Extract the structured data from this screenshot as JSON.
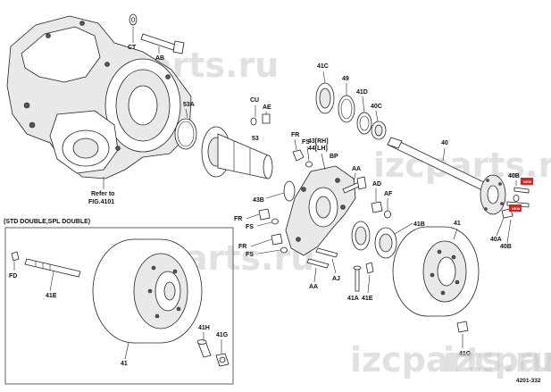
{
  "labels": {
    "CT": "CT",
    "AB": "AB",
    "53A": "53A",
    "CU": "CU",
    "AE": "AE",
    "53": "53",
    "41C": "41C",
    "49": "49",
    "41D": "41D",
    "40C": "40C",
    "FR_top": "FR",
    "FS_top": "FS",
    "43": "43[RH]",
    "44": "44[LH]",
    "BP": "BP",
    "40": "40",
    "40B_top": "40B",
    "AA_top": "AA",
    "AD": "AD",
    "AF": "AF",
    "43B": "43B",
    "41B": "41B",
    "41": "41",
    "40A": "40A",
    "40B_bot": "40B",
    "FR_mid": "FR",
    "FS_mid": "FS",
    "FR_low": "FR",
    "FS_low": "FS",
    "AA_bot": "AA",
    "AJ": "AJ",
    "41A": "41A",
    "41E_right": "41E",
    "41G_right": "41G",
    "FD": "FD",
    "41E_left": "41E",
    "41_left": "41",
    "41H": "41H",
    "41G_left": "41G",
    "refer_line1": "Refer to",
    "refer_line2": "FIG.4101",
    "section_title": "(STD DOUBLE,SPL DOUBLE)",
    "figure_code": "4201-332"
  },
  "watermarks": [
    "izcparts.ru",
    "izcparts.ru",
    "izcparts.ru",
    "izcparts.ru",
    "izcparts.r"
  ],
  "badges": [
    "NEW",
    "NEW"
  ],
  "colors": {
    "watermark": "#c9c9c9",
    "badge": "#e0201a",
    "line": "#222222"
  }
}
